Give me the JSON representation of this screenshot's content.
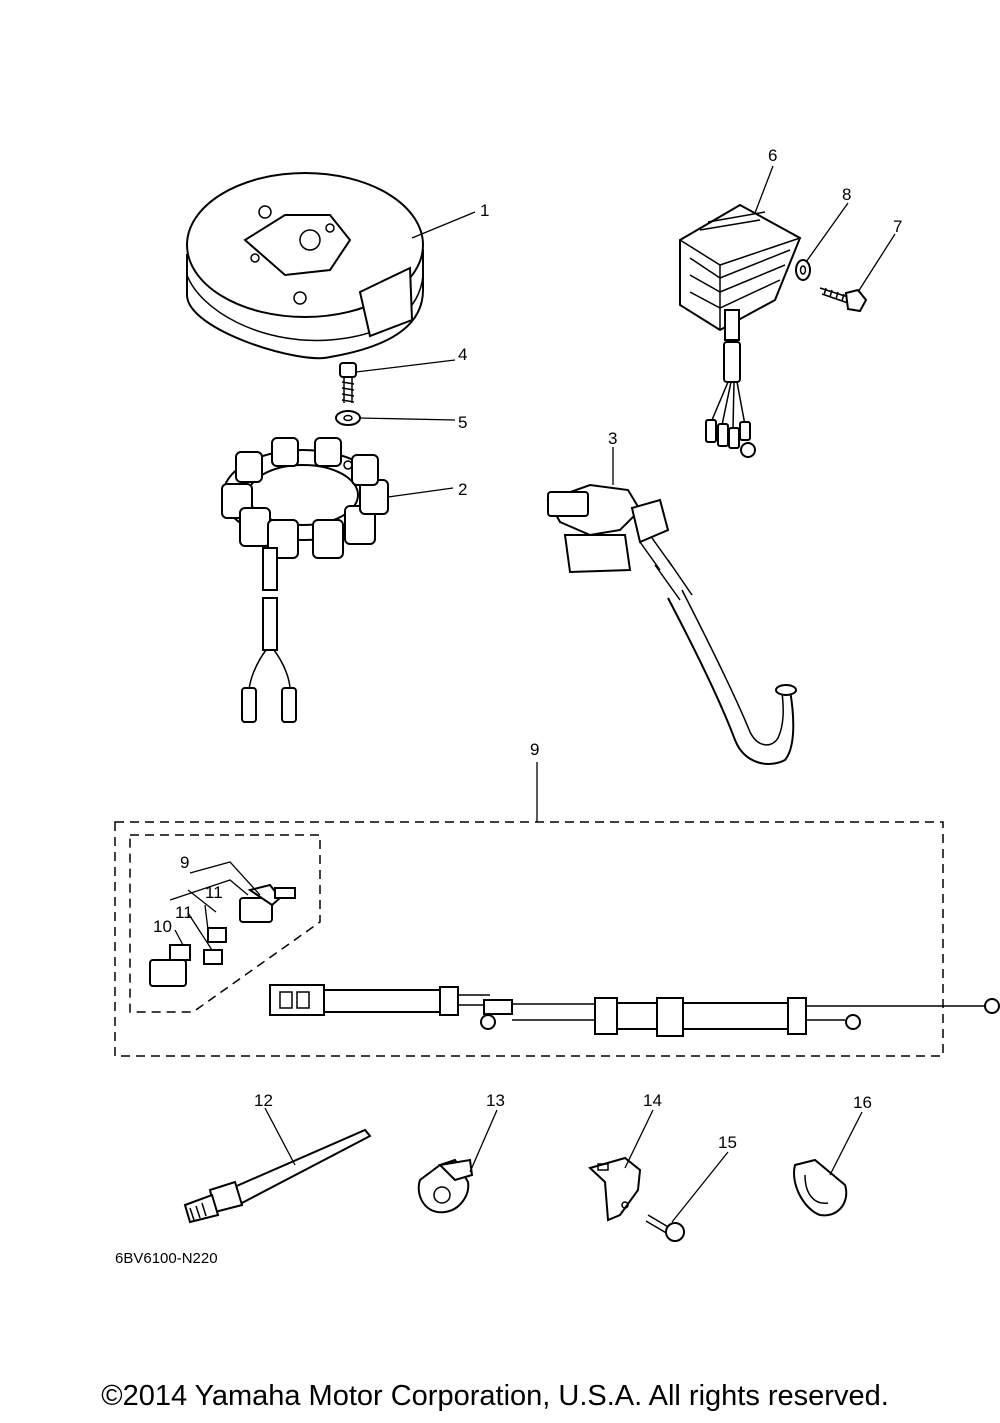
{
  "diagram": {
    "callouts": [
      {
        "id": "c1",
        "text": "1"
      },
      {
        "id": "c2",
        "text": "2"
      },
      {
        "id": "c3",
        "text": "3"
      },
      {
        "id": "c4",
        "text": "4"
      },
      {
        "id": "c5",
        "text": "5"
      },
      {
        "id": "c6",
        "text": "6"
      },
      {
        "id": "c7",
        "text": "7"
      },
      {
        "id": "c8",
        "text": "8"
      },
      {
        "id": "c9",
        "text": "9"
      },
      {
        "id": "c9b",
        "text": "9"
      },
      {
        "id": "c10",
        "text": "10"
      },
      {
        "id": "c11a",
        "text": "11"
      },
      {
        "id": "c11b",
        "text": "11"
      },
      {
        "id": "c12",
        "text": "12"
      },
      {
        "id": "c13",
        "text": "13"
      },
      {
        "id": "c14",
        "text": "14"
      },
      {
        "id": "c15",
        "text": "15"
      },
      {
        "id": "c16",
        "text": "16"
      }
    ],
    "diagram_code": "6BV6100-N220",
    "copyright": "©2014 Yamaha Motor Corporation, U.S.A. All rights reserved."
  }
}
